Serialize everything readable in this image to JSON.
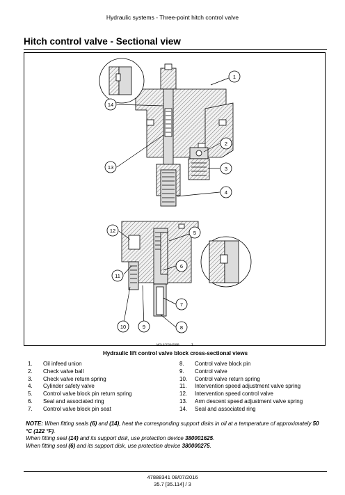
{
  "header": "Hydraulic systems - Three-point hitch control valve",
  "title": "Hitch control valve - Sectional view",
  "figure": {
    "ref_code": "MOLI17F004330B",
    "ref_num": "1",
    "caption": "Hydraulic lift control valve block cross-sectional views",
    "callouts": [
      "1",
      "2",
      "3",
      "4",
      "5",
      "6",
      "7",
      "8",
      "9",
      "10",
      "11",
      "12",
      "13",
      "14"
    ]
  },
  "legend_left": [
    {
      "num": "1.",
      "text": "Oil infeed union"
    },
    {
      "num": "2.",
      "text": "Check valve ball"
    },
    {
      "num": "3.",
      "text": "Check valve return spring"
    },
    {
      "num": "4.",
      "text": "Cylinder safety valve"
    },
    {
      "num": "5.",
      "text": "Control valve block pin return spring"
    },
    {
      "num": "6.",
      "text": "Seal and associated ring"
    },
    {
      "num": "7.",
      "text": "Control valve block pin seat"
    }
  ],
  "legend_right": [
    {
      "num": "8.",
      "text": "Control valve block pin"
    },
    {
      "num": "9.",
      "text": "Control valve"
    },
    {
      "num": "10.",
      "text": "Control valve return spring"
    },
    {
      "num": "11.",
      "text": "Intervention speed adjustment valve spring"
    },
    {
      "num": "12.",
      "text": "Intervention speed control valve"
    },
    {
      "num": "13.",
      "text": "Arm descent speed adjustment valve spring"
    },
    {
      "num": "14.",
      "text": "Seal and associated ring"
    }
  ],
  "note": {
    "label": "NOTE:",
    "line1_a": " When fitting seals ",
    "line1_b": "(6)",
    "line1_c": " and ",
    "line1_d": "(14)",
    "line1_e": ", heat the corresponding support disks in oil at a temperature of approximately ",
    "line1_f": "50 °C (122 °F)",
    "line1_g": ".",
    "line2_a": "When fitting seal ",
    "line2_b": "(14)",
    "line2_c": " and its support disk, use protection device ",
    "line2_d": "380001625",
    "line2_e": ".",
    "line3_a": "When fitting seal ",
    "line3_b": "(6)",
    "line3_c": " and its support disk, use protection device ",
    "line3_d": "380000275",
    "line3_e": "."
  },
  "footer": {
    "doc": "47888341 08/07/2016",
    "page": "35.7 [35.114] / 3"
  }
}
